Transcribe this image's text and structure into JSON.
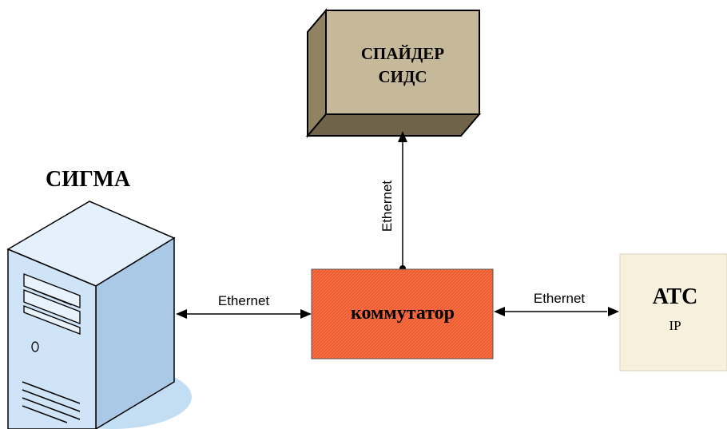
{
  "nodes": {
    "spider": {
      "line1": "СПАЙДЕР",
      "line2": "СИДС",
      "fill": "#c6b99a"
    },
    "sigma": {
      "label": "СИГМА",
      "fill": "#cfe4f6"
    },
    "switch": {
      "label": "коммутатор",
      "fill": "#ef5a2f"
    },
    "ats": {
      "label": "АТС",
      "sublabel": "IP",
      "fill": "#f6f0dc"
    }
  },
  "links": {
    "switch_spider": "Ethernet",
    "sigma_switch": "Ethernet",
    "switch_ats": "Ethernet"
  }
}
